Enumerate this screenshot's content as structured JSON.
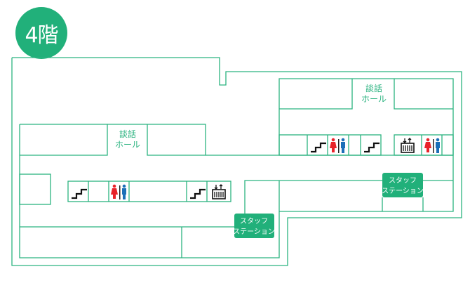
{
  "floor_label": "4階",
  "halls": [
    {
      "line1": "談話",
      "line2": "ホール"
    },
    {
      "line1": "談話",
      "line2": "ホール"
    }
  ],
  "staff_stations": [
    {
      "line1": "スタッフ",
      "line2": "ステーション"
    },
    {
      "line1": "スタッフ",
      "line2": "ステーション"
    }
  ],
  "colors": {
    "accent": "#21b07a",
    "wall": "#2bb380",
    "female": "#e8232a",
    "male": "#1b6fb8"
  }
}
